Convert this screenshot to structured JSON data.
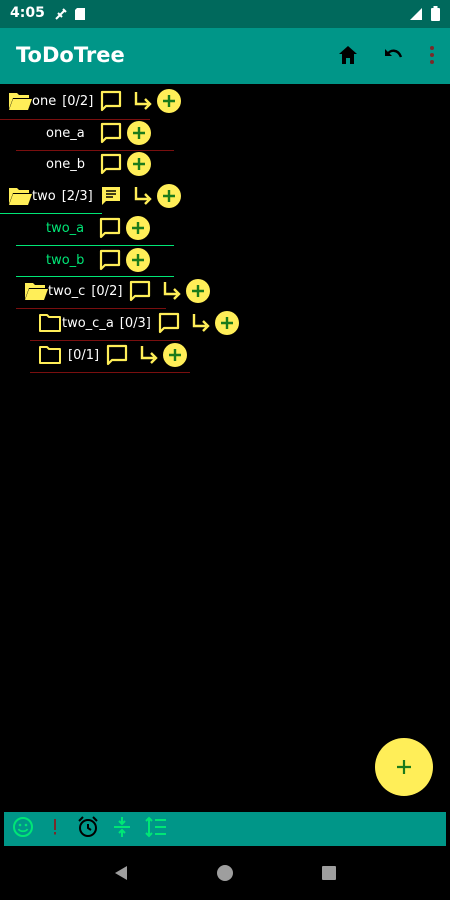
{
  "status_bar": {
    "time": "4:05"
  },
  "app_bar": {
    "title": "ToDoTree"
  },
  "colors": {
    "teal": "#009688",
    "teal_dark": "#00695c",
    "yellow": "#ffee58",
    "green": "#00e676",
    "red_line": "#7a0f0f"
  },
  "tree": [
    {
      "label": "one",
      "count": "[0/2]",
      "folder": "open",
      "note": true,
      "indent": true,
      "done": false
    },
    {
      "label": "one_a",
      "count": "",
      "folder": "",
      "note": true,
      "indent": false,
      "done": false
    },
    {
      "label": "one_b",
      "count": "",
      "folder": "",
      "note": true,
      "indent": false,
      "done": false
    },
    {
      "label": "two",
      "count": "[2/3]",
      "folder": "open",
      "note": true,
      "indent": true,
      "done": false
    },
    {
      "label": "two_a",
      "count": "",
      "folder": "",
      "note": true,
      "indent": false,
      "done": true
    },
    {
      "label": "two_b",
      "count": "",
      "folder": "",
      "note": true,
      "indent": false,
      "done": true
    },
    {
      "label": "two_c",
      "count": "[0/2]",
      "folder": "open",
      "note": true,
      "indent": true,
      "done": false
    },
    {
      "label": "two_c_a",
      "count": "[0/3]",
      "folder": "closed",
      "note": true,
      "indent": true,
      "done": false
    },
    {
      "label": "",
      "count": "[0/1]",
      "folder": "closed",
      "note": true,
      "indent": true,
      "done": false
    }
  ],
  "icons": {
    "home": "home-icon",
    "undo": "undo-icon",
    "more": "more-vert-icon",
    "note": "comment-icon",
    "indent": "subdirectory-arrow-icon",
    "add": "add-circle-icon",
    "emoji": "smiley-icon",
    "priority": "exclamation-icon",
    "alarm": "alarm-icon",
    "collapse": "vertical-align-center-icon",
    "numbered": "format-line-spacing-icon"
  }
}
